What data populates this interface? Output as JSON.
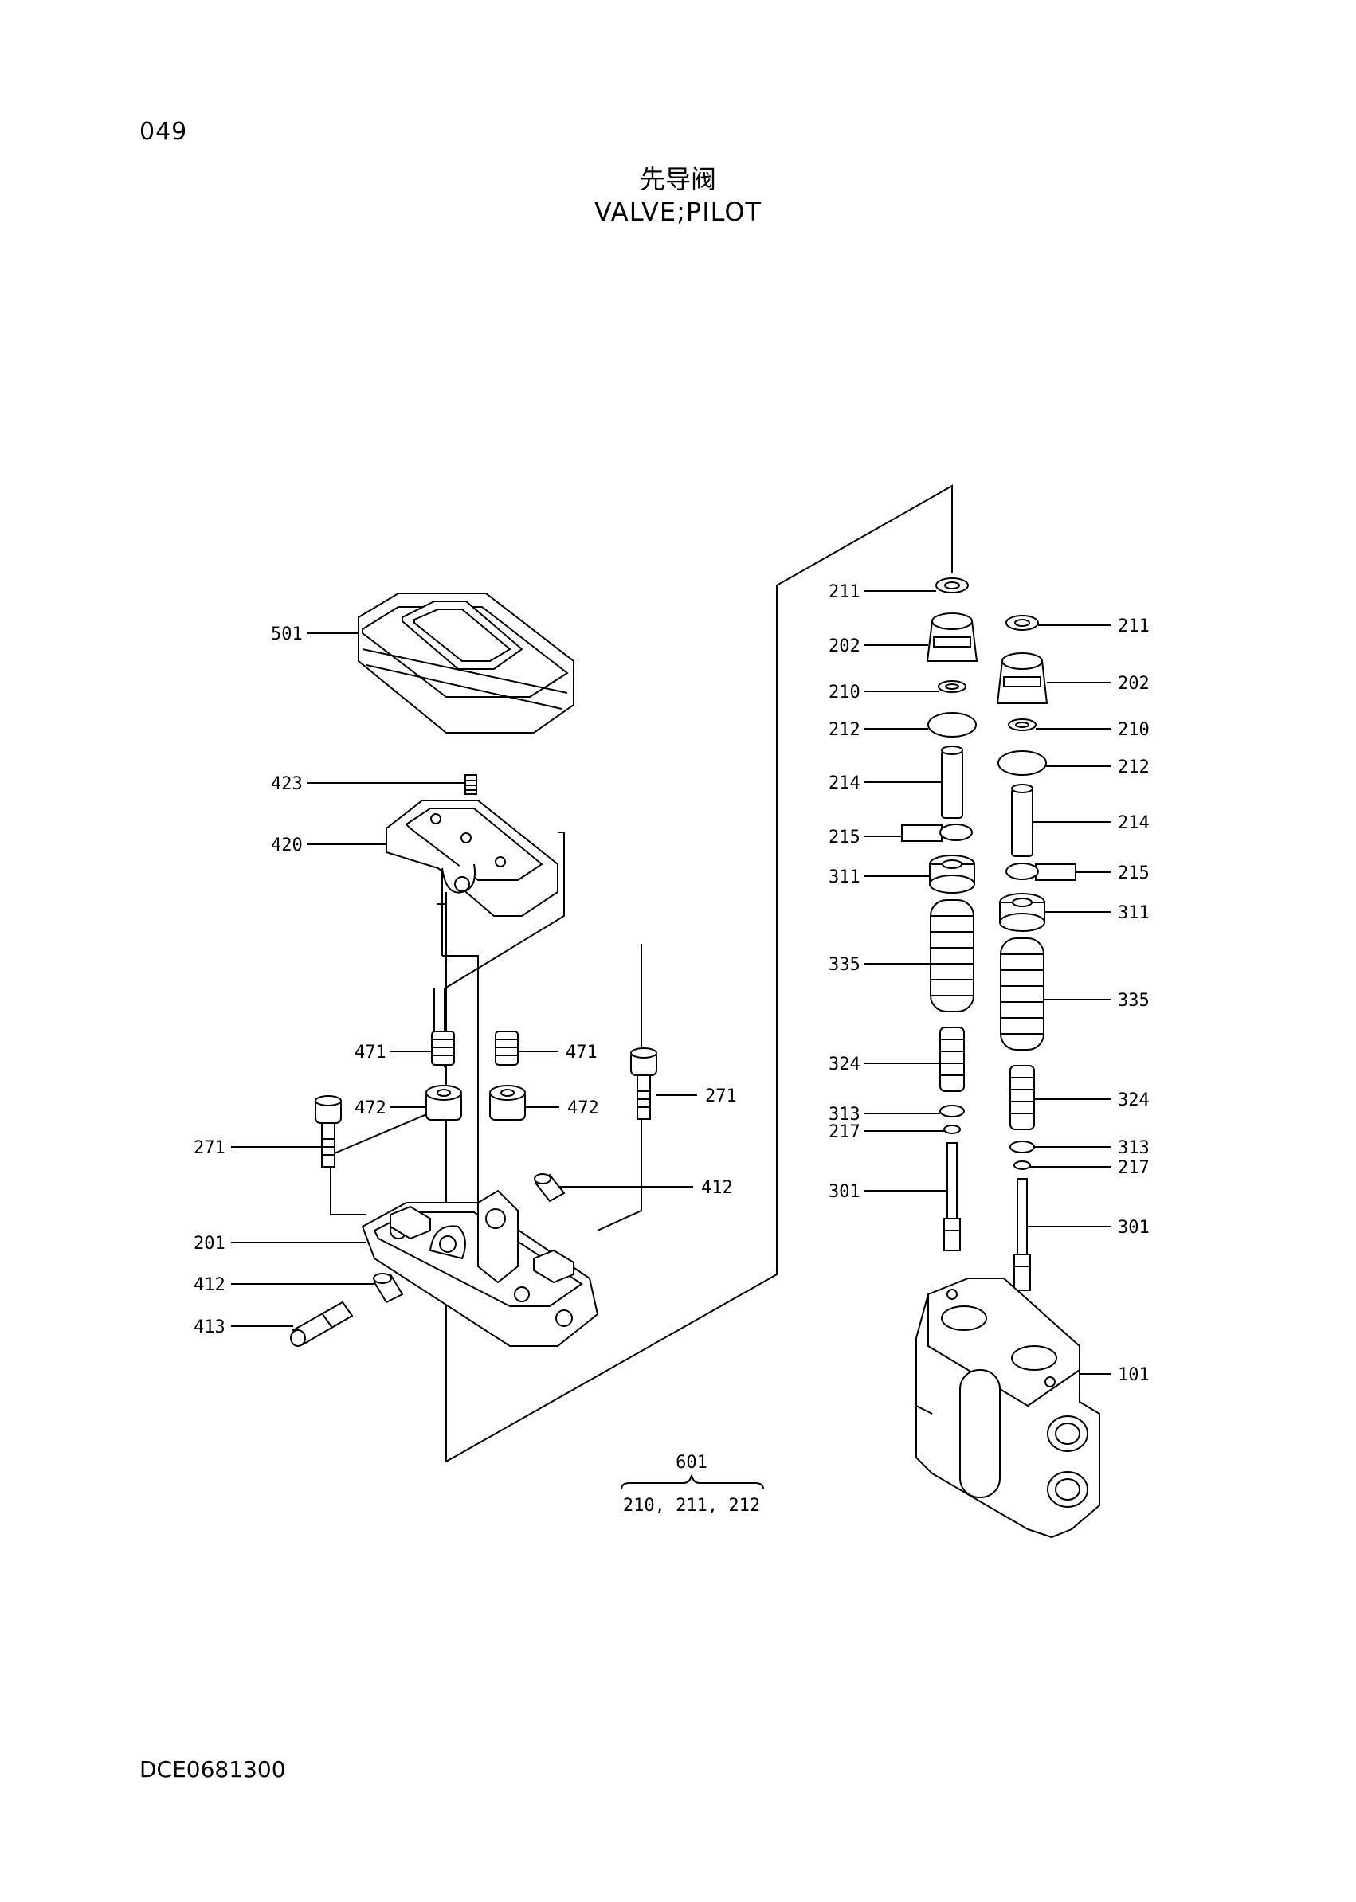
{
  "header": {
    "page_number": "049",
    "title_cn": "先导阀",
    "title_en": "VALVE;PILOT"
  },
  "footer": {
    "document_code": "DCE0681300"
  },
  "kit": {
    "number": "601",
    "contents": "210, 211, 212"
  },
  "labels": {
    "l501": "501",
    "l423": "423",
    "l420": "420",
    "l471a": "471",
    "l471b": "471",
    "l472a": "472",
    "l472b": "472",
    "l271a": "271",
    "l271b": "271",
    "l412a": "412",
    "l412b": "412",
    "l201": "201",
    "l413": "413",
    "r211a": "211",
    "r202a": "202",
    "r210a": "210",
    "r212a": "212",
    "r214a": "214",
    "r215a": "215",
    "r311a": "311",
    "r335a": "335",
    "r324a": "324",
    "r313a": "313",
    "r217a": "217",
    "r301a": "301",
    "r211b": "211",
    "r202b": "202",
    "r210b": "210",
    "r212b": "212",
    "r214b": "214",
    "r215b": "215",
    "r311b": "311",
    "r335b": "335",
    "r324b": "324",
    "r313b": "313",
    "r217b": "217",
    "r301b": "301",
    "r101": "101"
  }
}
